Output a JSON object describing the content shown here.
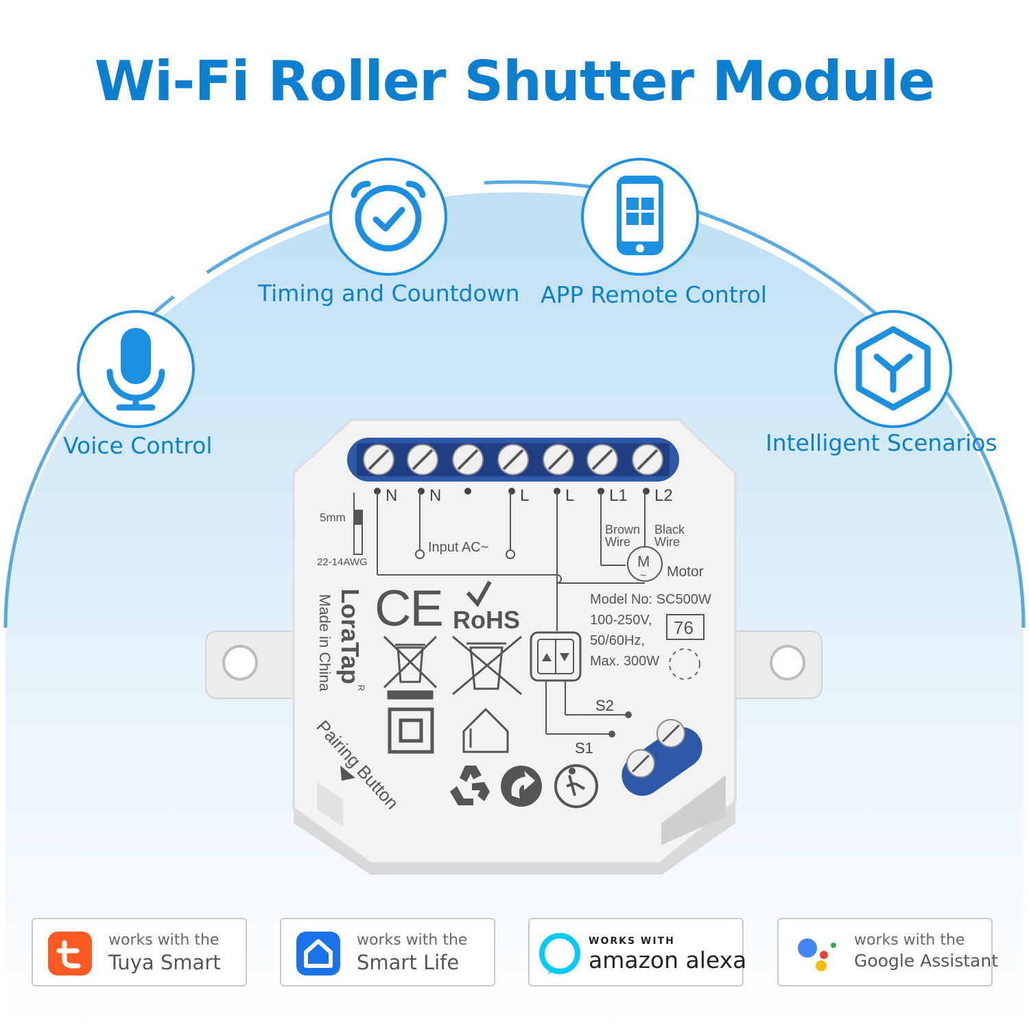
{
  "title": "Wi-Fi Roller Shutter Module",
  "colors": {
    "accent": "#0c7fd0",
    "arc_light": "#cde7f7",
    "device_white": "#f2f2f2",
    "terminal_blue": "#2e58a8",
    "badge_border": "#c9c9c9",
    "tuya_orange": "#ff5a22",
    "smartlife_blue": "#1a73e8",
    "alexa_cyan": "#00caff"
  },
  "features": [
    {
      "label": "Timing and Countdown",
      "icon": "alarm-clock-check-icon"
    },
    {
      "label": "APP Remote Control",
      "icon": "smartphone-app-icon"
    },
    {
      "label": "Voice Control",
      "icon": "microphone-icon"
    },
    {
      "label": "Intelligent Scenarios",
      "icon": "scene-cube-icon"
    }
  ],
  "device": {
    "terminals": [
      "N",
      "N",
      "",
      "L",
      "L",
      "L1",
      "L2"
    ],
    "wire_strip": "5mm",
    "awg": "22-14AWG",
    "input_label": "Input  AC~",
    "brown_wire": [
      "Brown",
      "Wire"
    ],
    "black_wire": [
      "Black",
      "Wire"
    ],
    "motor_symbol": "M",
    "motor_tilde": "~",
    "motor_label": "Motor",
    "brand": "LoraTap",
    "registered": "R",
    "made_in": "Made in China",
    "ce": "CE",
    "rohs": "RoHS",
    "model": "Model No: SC500W",
    "voltage": "100-250V,",
    "frequency": "50/60Hz,",
    "max_power": "Max. 300W",
    "code": "76",
    "switch_s2": "S2",
    "switch_s1": "S1",
    "pairing": "Pairing Button"
  },
  "badges": [
    {
      "small": "works with the",
      "big": "Tuya Smart",
      "logo": "tuya-logo-icon"
    },
    {
      "small": "works with the",
      "big": "Smart Life",
      "logo": "smart-life-logo-icon"
    },
    {
      "small": "WORKS WITH",
      "big": "amazon alexa",
      "logo": "alexa-logo-icon"
    },
    {
      "small": "works with the",
      "big": "Google Assistant",
      "logo": "google-assistant-logo-icon"
    }
  ]
}
